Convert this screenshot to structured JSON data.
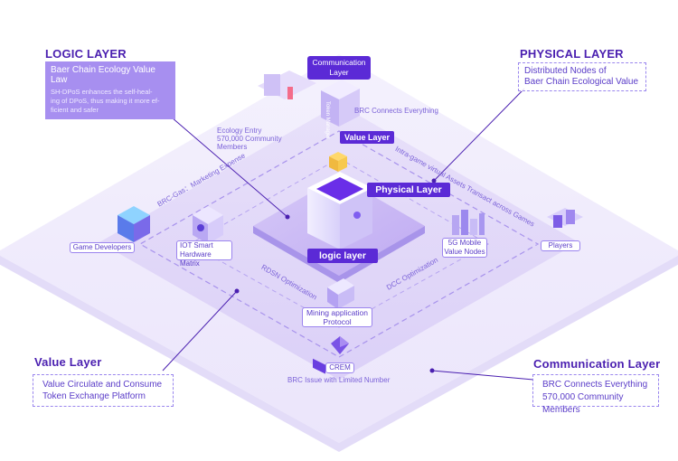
{
  "logic_layer_heading": "LOGIC LAYER",
  "logic_box_title": "Baer Chain Ecology Value Law",
  "logic_box_body": [
    "SH-DPoS enhances the self-heal-",
    "ing of DPoS, thus making it more ef-",
    "ficient and safer"
  ],
  "physical_layer_heading": "PHYSICAL LAYER",
  "physical_box": [
    "Distributed Nodes of",
    "Baer Chain Ecological Value"
  ],
  "value_layer_heading": "Value Layer",
  "value_box": [
    "Value Circulate and Consume",
    "Token Exchange Platform"
  ],
  "communication_layer_heading": "Communication Layer",
  "communication_box": [
    "BRC Connects Everything",
    "570,000 Community Members"
  ],
  "diagram": {
    "communication_layer_tag": [
      "Communication",
      "Layer"
    ],
    "token_manager": "Token Manager",
    "brc_connects": "BRC Connects Everything",
    "ecology_entry": [
      "Ecology Entry",
      "570,000 Community",
      "Members"
    ],
    "value_layer_tag": "Value Layer",
    "physical_layer_tag": "Physical Layer",
    "logic_layer_tag": "logic layer",
    "brc_gas": "BRC-Gas：Marketing Expense",
    "intra_game": "Intra-game virtual Assets Transact across Games",
    "game_developers": "Game Developers",
    "iot": [
      "IOT Smart",
      "Hardware Matrix"
    ],
    "mobile": [
      "5G Mobile",
      "Value Nodes"
    ],
    "players": "Players",
    "rdsn": "RDSN Optimization",
    "dcc": "DCC Optimization",
    "mining": [
      "Mining application",
      "Protocol"
    ],
    "crem": "CREM",
    "brc_issue": "BRC Issue with Limited Number"
  },
  "colors": {
    "deep_purple": "#4a1fb0",
    "tag_purple": "#5b2ad6",
    "box_purple": "#a78ff0",
    "platform_light": "#efeafc",
    "platform_mid": "#ddd3fa"
  }
}
